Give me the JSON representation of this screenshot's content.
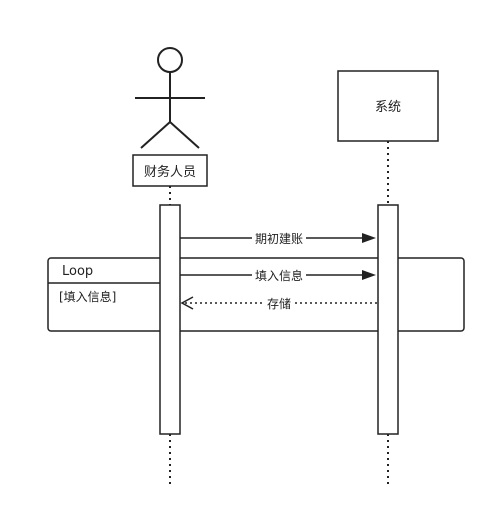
{
  "actors": {
    "finance": {
      "name": "财务人员"
    },
    "system": {
      "name": "系统"
    }
  },
  "messages": [
    {
      "label": "期初建账",
      "from": "财务人员",
      "to": "系统",
      "style": "solid"
    },
    {
      "label": "填入信息",
      "from": "财务人员",
      "to": "系统",
      "style": "solid"
    },
    {
      "label": "存储",
      "from": "系统",
      "to": "财务人员",
      "style": "dashed"
    }
  ],
  "fragment": {
    "operator": "Loop",
    "guard": "[填入信息]"
  },
  "colors": {
    "line": "#222222",
    "background": "#ffffff"
  }
}
